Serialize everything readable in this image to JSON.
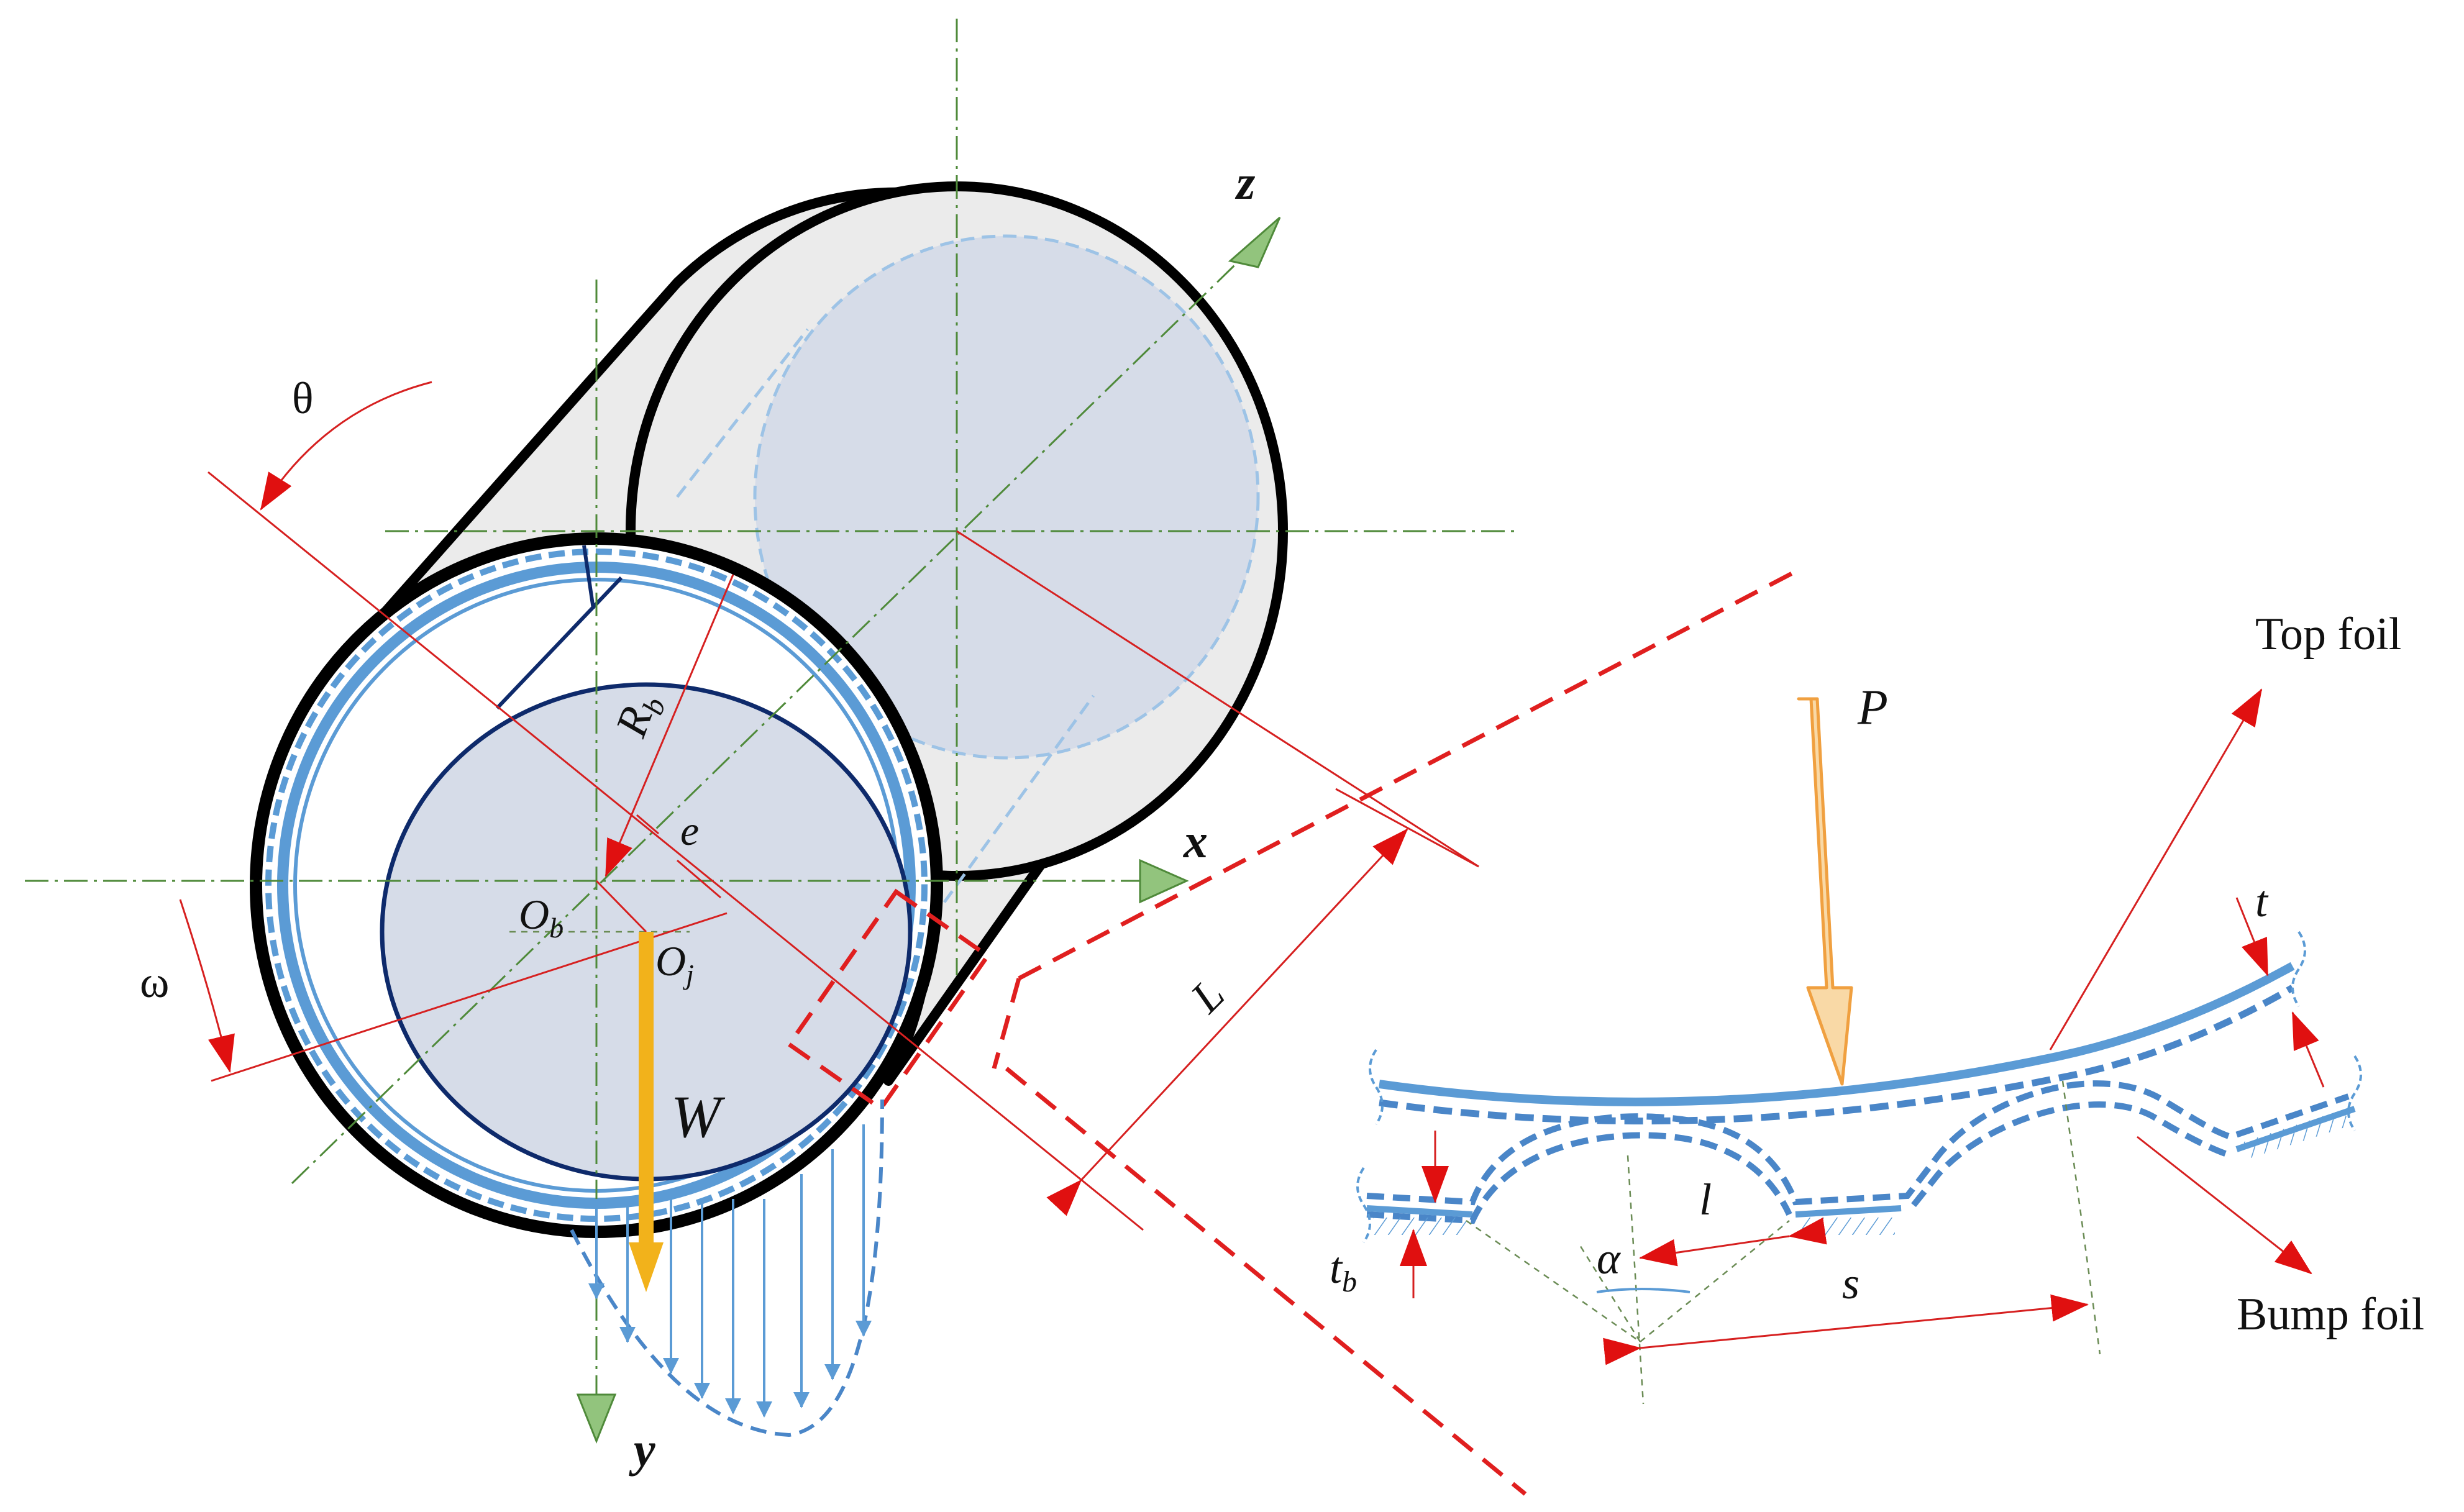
{
  "labels": {
    "axis_x": "x",
    "axis_y": "y",
    "axis_z": "z",
    "theta": "θ",
    "omega": "ω",
    "radius": "R",
    "radius_sub": "b",
    "eccentricity": "e",
    "bearing_center": "O",
    "bearing_center_sub": "b",
    "journal_center": "O",
    "journal_center_sub": "j",
    "load": "W",
    "length": "L",
    "pressure": "P",
    "top_foil": "Top foil",
    "bump_foil": "Bump foil",
    "top_foil_thickness": "t",
    "bump_thickness": "t",
    "bump_thickness_sub": "b",
    "half_length": "l",
    "angle": "α",
    "pitch": "s"
  },
  "colors": {
    "outline": "#000000",
    "foil_blue": "#5b9bd5",
    "journal_fill": "#d6dce8",
    "sleeve_fill": "#ebebeb",
    "journal_edge": "#0e2a6b",
    "center_line": "#4f8a3a",
    "dimension_red": "#d62020",
    "load_arrow": "#f2b21b",
    "pressure_arrow": "#f9d9a6",
    "axis_arrow": "#92c47d"
  }
}
